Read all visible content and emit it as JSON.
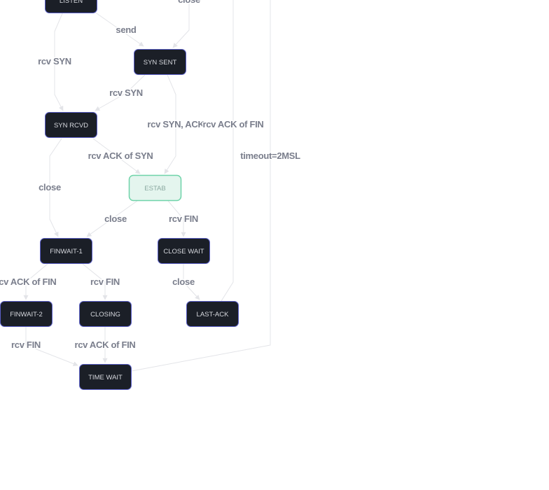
{
  "diagram": {
    "nodes": [
      {
        "id": "listen",
        "label": "LISTEN"
      },
      {
        "id": "syn_sent",
        "label": "SYN SENT"
      },
      {
        "id": "syn_rcvd",
        "label": "SYN RCVD"
      },
      {
        "id": "estab",
        "label": "ESTAB",
        "highlighted": true
      },
      {
        "id": "finwait1",
        "label": "FINWAIT-1"
      },
      {
        "id": "close_wait",
        "label": "CLOSE WAIT"
      },
      {
        "id": "finwait2",
        "label": "FINWAIT-2"
      },
      {
        "id": "closing",
        "label": "CLOSING"
      },
      {
        "id": "last_ack",
        "label": "LAST-ACK"
      },
      {
        "id": "time_wait",
        "label": "TIME WAIT"
      }
    ],
    "edges": [
      {
        "from": "listen",
        "to": "syn_rcvd",
        "label": "rcv SYN"
      },
      {
        "from": "listen",
        "to": "syn_sent",
        "label": "send"
      },
      {
        "from": "",
        "to": "syn_sent",
        "label": "close"
      },
      {
        "from": "syn_sent",
        "to": "syn_rcvd",
        "label": "rcv SYN"
      },
      {
        "from": "syn_sent",
        "to": "estab",
        "label": "rcv SYN, ACK"
      },
      {
        "from": "syn_rcvd",
        "to": "estab",
        "label": "rcv ACK of SYN"
      },
      {
        "from": "syn_rcvd",
        "to": "finwait1",
        "label": "close"
      },
      {
        "from": "estab",
        "to": "finwait1",
        "label": "close"
      },
      {
        "from": "estab",
        "to": "close_wait",
        "label": "rcv FIN"
      },
      {
        "from": "finwait1",
        "to": "finwait2",
        "label": "rcv ACK of FIN"
      },
      {
        "from": "finwait1",
        "to": "closing",
        "label": "rcv FIN"
      },
      {
        "from": "close_wait",
        "to": "last_ack",
        "label": "close"
      },
      {
        "from": "last_ack",
        "to": "",
        "label": "rcv ACK of FIN"
      },
      {
        "from": "finwait2",
        "to": "time_wait",
        "label": "rcv FIN"
      },
      {
        "from": "closing",
        "to": "time_wait",
        "label": "rcv ACK of FIN"
      },
      {
        "from": "time_wait",
        "to": "",
        "label": "timeout=2MSL"
      }
    ],
    "colors": {
      "node_fill": "#1b1f27",
      "node_border": "#5a5fc8",
      "highlight_fill": "#e4f5ee",
      "highlight_border": "#6fd3a9",
      "edge": "#e3e4e8"
    }
  }
}
